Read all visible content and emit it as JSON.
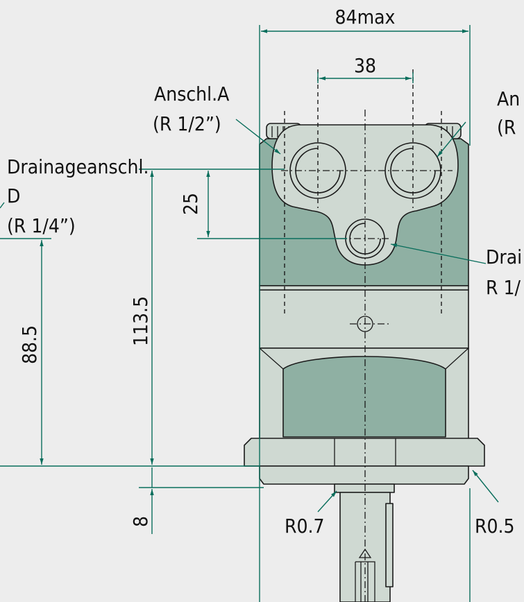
{
  "labels": {
    "overall_width": "84max",
    "port_spacing": "38",
    "port_a_name": "Anschl.A",
    "port_a_thread": "(R 1/2”)",
    "port_b_name": "An",
    "port_b_thread": "(R",
    "drain_left_line1": "Drainageanschl.",
    "drain_left_line2": "D",
    "drain_left_line3": "(R 1/4”)",
    "drain_right_line1": "Drai",
    "drain_right_line2": "R 1/",
    "dim_ports_to_drain": "25",
    "dim_ports_height": "113.5",
    "dim_drain_height": "88.5",
    "dim_flange_thickness": "8",
    "radius_left": "R0.7",
    "radius_right": "R0.5"
  },
  "colors": {
    "background": "#ededed",
    "body_dark": "#8fb0a3",
    "body_light": "#cfd9d2",
    "dimension_line": "#0a6e5c"
  }
}
